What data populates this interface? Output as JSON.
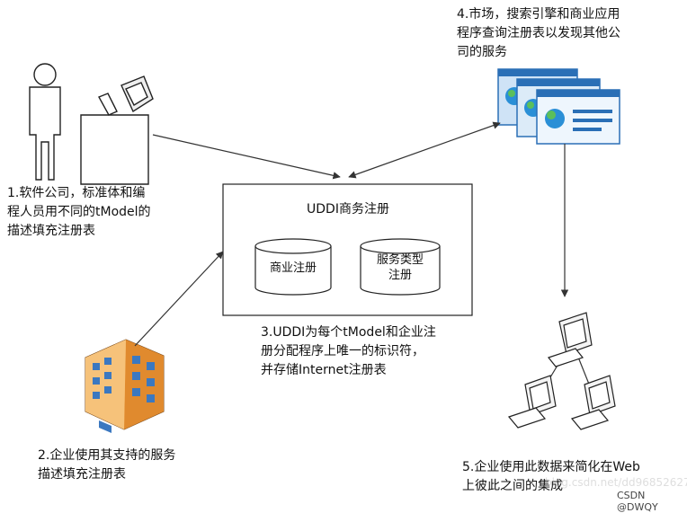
{
  "labels": {
    "step1": "1.软件公司，标准体和编\n程人员用不同的tModel的\n描述填充注册表",
    "step2": "2.企业使用其支持的服务\n描述填充注册表",
    "step3": "3.UDDI为每个tModel和企业注\n册分配程序上唯一的标识符，\n并存储Internet注册表",
    "step4": "4.市场，搜索引擎和商业应用\n程序查询注册表以发现其他公\n司的服务",
    "step5": "5.企业使用此数据来简化在Web\n上彼此之间的集成"
  },
  "registry": {
    "title": "UDDI商务注册",
    "db_business": "商业注册",
    "db_service_types": "服务类型\n注册"
  },
  "watermark": {
    "credit": "CSDN @DWQY",
    "faint": "blog.csdn.net/dd96852627"
  },
  "colors": {
    "line": "#333333",
    "browser_blue": "#2a6fb6",
    "browser_light": "#cfe3f6",
    "building_orange": "#f0a44a",
    "building_blue": "#3b78c0",
    "screen_green": "#3aa35c"
  }
}
